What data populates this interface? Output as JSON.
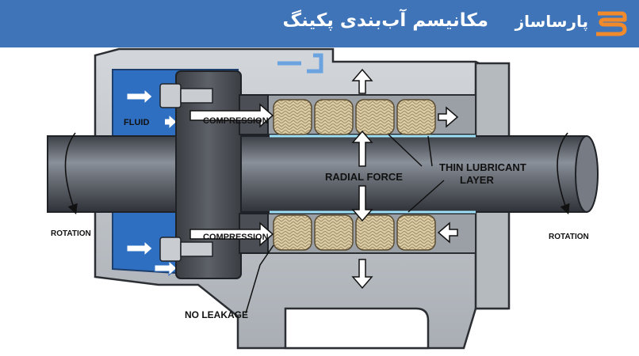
{
  "header": {
    "title": "مکانیسم آب‌بندی پکینگ",
    "brand": "پارساساز"
  },
  "labels": {
    "fluid": "FLUID",
    "compression_top": "COMPRESSION",
    "compression_bottom": "COMPRESSION",
    "radial_force": "RADIAL FORCE",
    "thin_lubricant_1": "THIN LUBRICANT",
    "thin_lubricant_2": "LAYER",
    "rotation_left": "ROTATION",
    "rotation_right": "ROTATION",
    "no_leakage": "NO LEAKAGE"
  },
  "colors": {
    "header": "#3f74b8",
    "fluid": "#2e6fc2",
    "housing": "#bfc4c9",
    "shaft": "#5a5f66",
    "gland": "#4a4e54",
    "packing": "#d8c9a4",
    "logo_accent": "#f08a2a"
  },
  "icons": [
    "logo-icon",
    "rotation-arrow-icon",
    "bolt-icon"
  ]
}
